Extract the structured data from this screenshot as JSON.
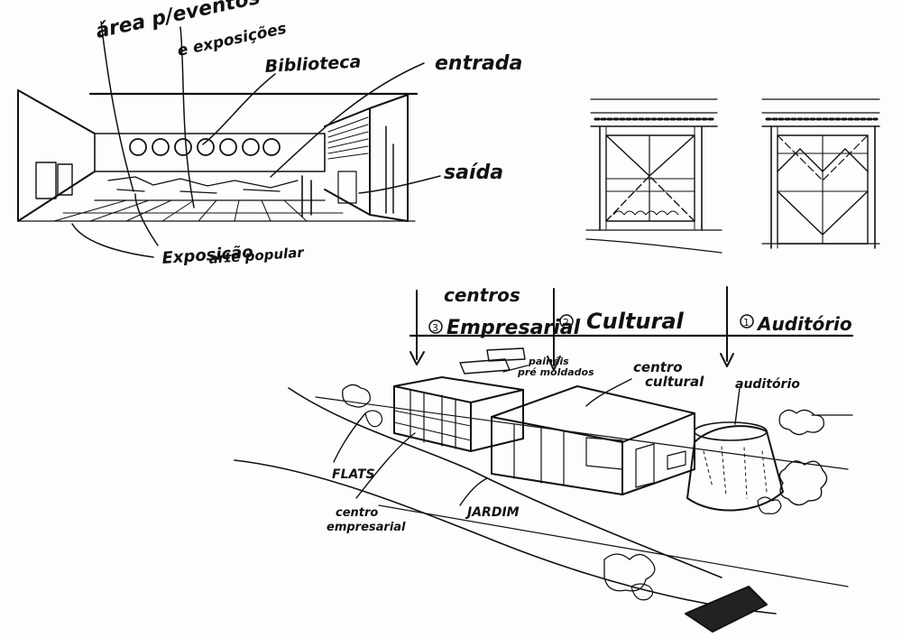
{
  "sheet": {
    "interior_labels": {
      "area": "área p/eventos",
      "area_sub": "e exposições",
      "biblioteca": "Biblioteca",
      "entrada": "entrada",
      "saida": "saída",
      "exposicao": "Exposição",
      "exposicao_sub": "arte popular"
    },
    "section_labels": {
      "centros": "centros",
      "empresarial": "Empresarial",
      "cultural": "Cultural",
      "auditorio": "Auditório",
      "num_1": "3",
      "num_2": "2",
      "num_3": "1"
    },
    "building_labels": {
      "paineis": "painéis",
      "pre_moldados": "pré moldados",
      "centro_cultural_1": "centro",
      "centro_cultural_2": "cultural",
      "auditorio": "auditório",
      "flats": "FLATS",
      "centro_empresarial_1": "centro",
      "centro_empresarial_2": "empresarial",
      "jardim": "JARDIM"
    }
  }
}
